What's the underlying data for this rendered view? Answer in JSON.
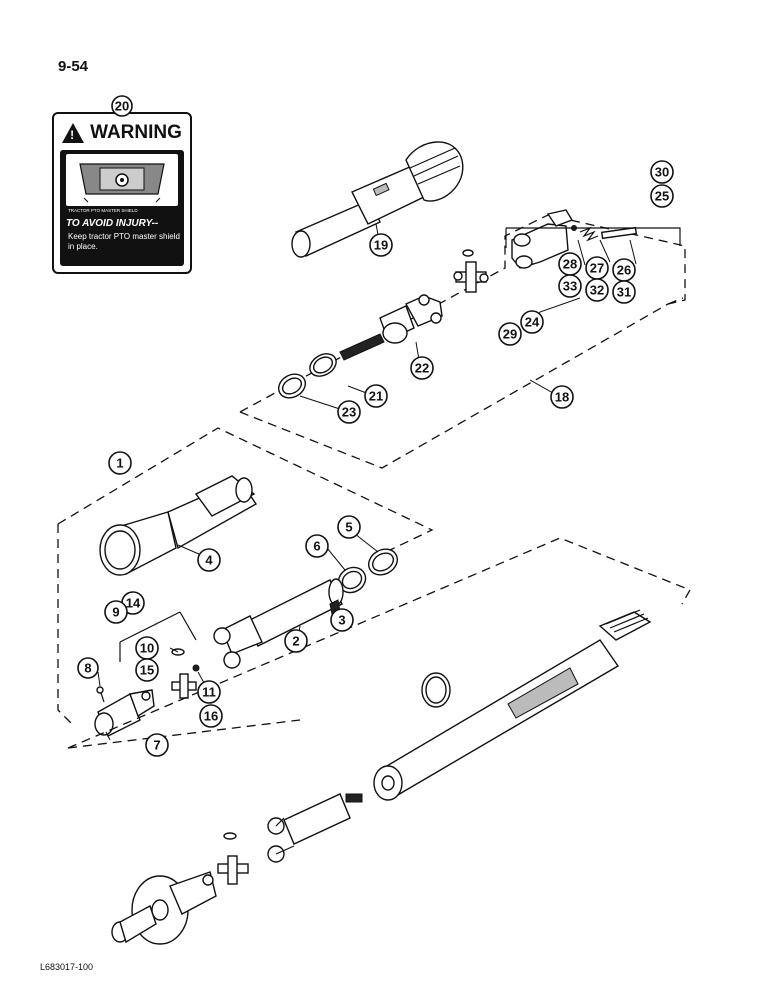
{
  "page": {
    "number": "9-54",
    "footer_code": "L683017-100"
  },
  "warning_label": {
    "heading": "WARNING",
    "picture_caption": "TRACTOR PTO MASTER SHIELD",
    "avoid": "TO AVOID INJURY--",
    "text": "Keep tractor PTO master shield in place."
  },
  "callouts": [
    "1",
    "2",
    "3",
    "4",
    "5",
    "6",
    "7",
    "8",
    "9",
    "10",
    "11",
    "14",
    "15",
    "16",
    "18",
    "19",
    "20",
    "21",
    "22",
    "23",
    "24",
    "25",
    "26",
    "27",
    "28",
    "29",
    "30",
    "31",
    "32",
    "33"
  ],
  "icons": {
    "warning": "warning-triangle-icon"
  }
}
